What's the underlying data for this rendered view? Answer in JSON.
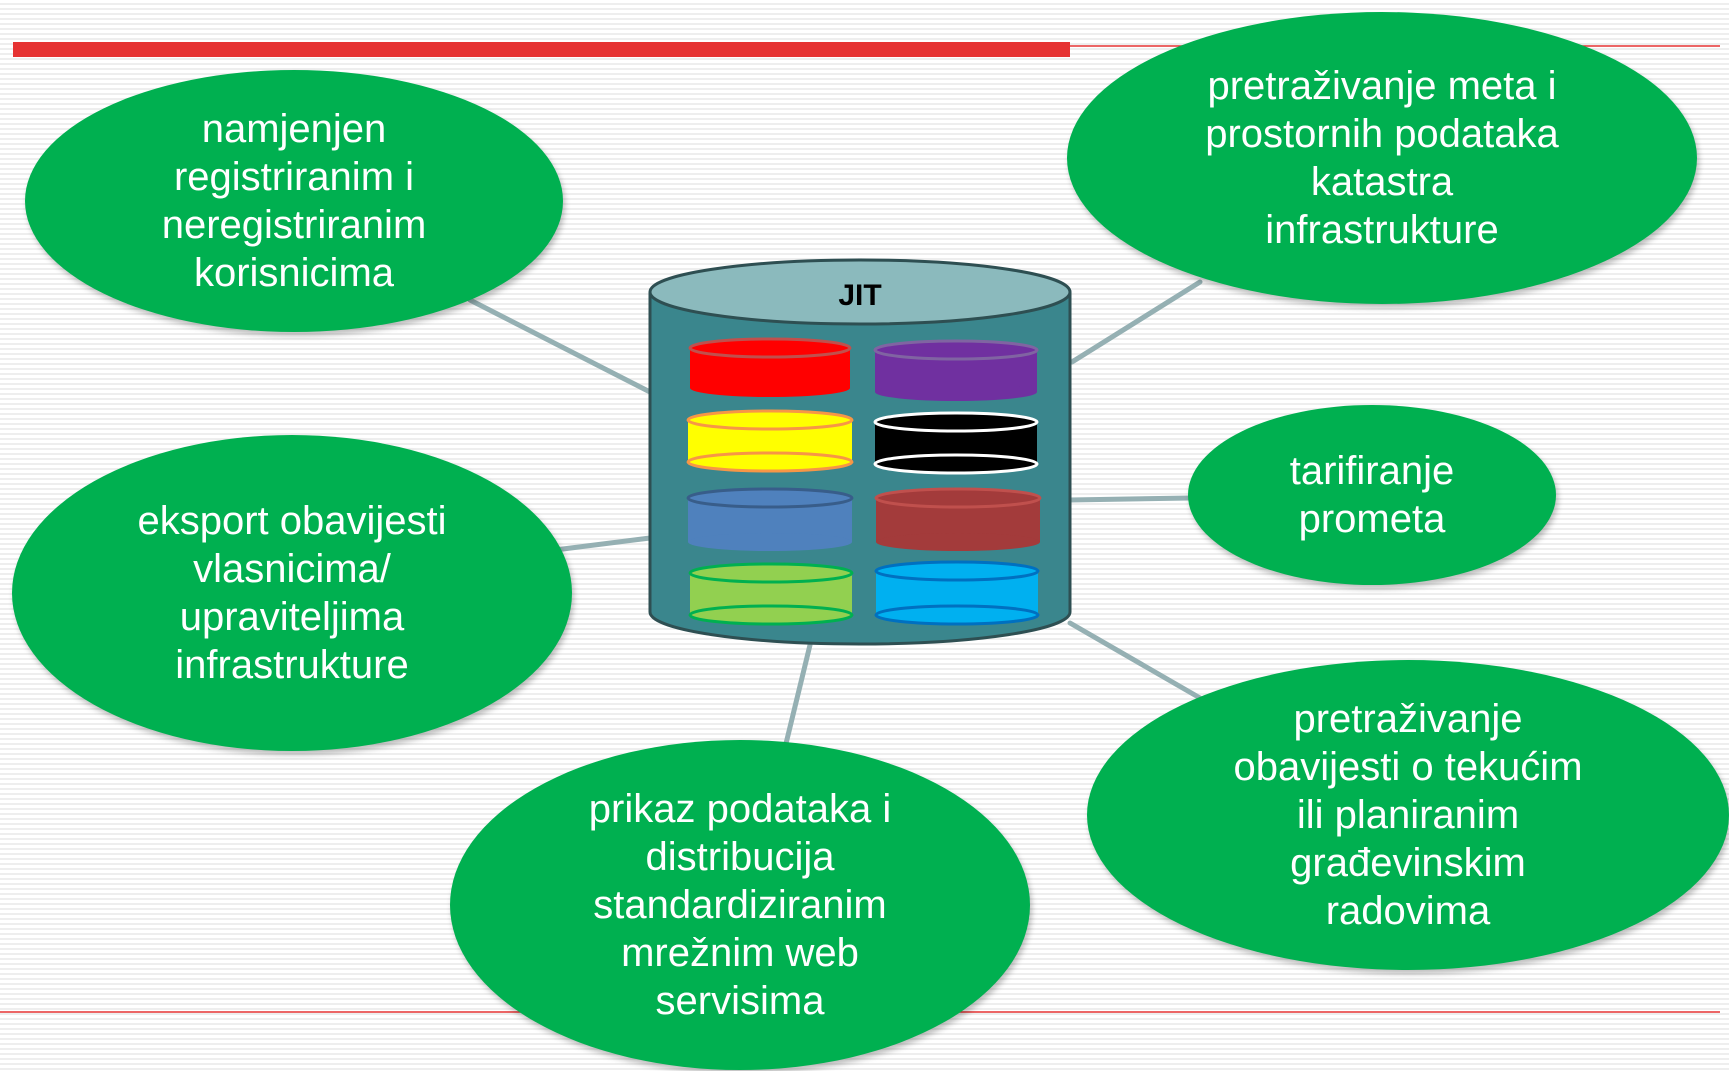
{
  "hub": {
    "label": "JIT"
  },
  "nodes": [
    {
      "id": "top-left",
      "text": "namjenjen\nregistriranim i\nneregistriranim\nkorisnicima"
    },
    {
      "id": "top-right",
      "text": "pretraživanje meta i\nprostornih podataka\nkatastra\ninfrastrukture"
    },
    {
      "id": "middle-left",
      "text": "eksport obavijesti\nvlasnicima/\nupraviteljima\ninfrastrukture"
    },
    {
      "id": "middle-right",
      "text": "tarifiranje\nprometa"
    },
    {
      "id": "bottom-center",
      "text": "prikaz podataka i\ndistribucija\nstandardiziranim\nmrežnim web\nservisima"
    },
    {
      "id": "bottom-right",
      "text": "pretraživanje\nobavijesti o tekućim\nili planiranim\ngrađevinskim\nradovima"
    }
  ],
  "colors": {
    "node_fill": "#00b050",
    "hub_body": "#3a868d",
    "hub_top": "#8bbabd",
    "connector": "#95b0b3",
    "accent_bar": "#e63333",
    "layers": [
      "#ff0000",
      "#7030a0",
      "#ffff00",
      "#000000",
      "#4f81bd",
      "#a33b3b",
      "#92d050",
      "#00b0f0"
    ]
  }
}
